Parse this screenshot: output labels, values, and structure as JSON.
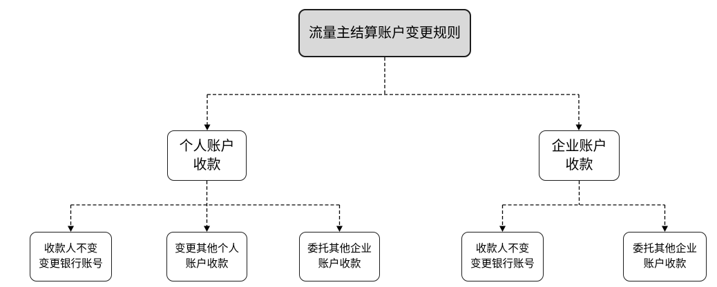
{
  "diagram": {
    "type": "flowchart",
    "nodes": {
      "root": {
        "label": "流量主结算账户变更规则"
      },
      "personal": {
        "label": "个人账户\n收款"
      },
      "enterprise": {
        "label": "企业账户\n收款"
      },
      "personal_keep_payee": {
        "label": "收款人不变\n变更银行账号"
      },
      "personal_change_other": {
        "label": "变更其他个人\n账户收款"
      },
      "personal_entrust_enterprise": {
        "label": "委托其他企业\n账户收款"
      },
      "enterprise_keep_payee": {
        "label": "收款人不变\n变更银行账号"
      },
      "enterprise_entrust_other": {
        "label": "委托其他企业\n账户收款"
      }
    },
    "edges": [
      {
        "from": "root",
        "to": "personal"
      },
      {
        "from": "root",
        "to": "enterprise"
      },
      {
        "from": "personal",
        "to": "personal_keep_payee"
      },
      {
        "from": "personal",
        "to": "personal_change_other"
      },
      {
        "from": "personal",
        "to": "personal_entrust_enterprise"
      },
      {
        "from": "enterprise",
        "to": "enterprise_keep_payee"
      },
      {
        "from": "enterprise",
        "to": "enterprise_entrust_other"
      }
    ],
    "colors": {
      "root_fill": "#d9d9d9",
      "node_fill": "#ffffff",
      "border": "#1c1c1c",
      "connector": "#000000",
      "background": "#ffffff"
    }
  }
}
